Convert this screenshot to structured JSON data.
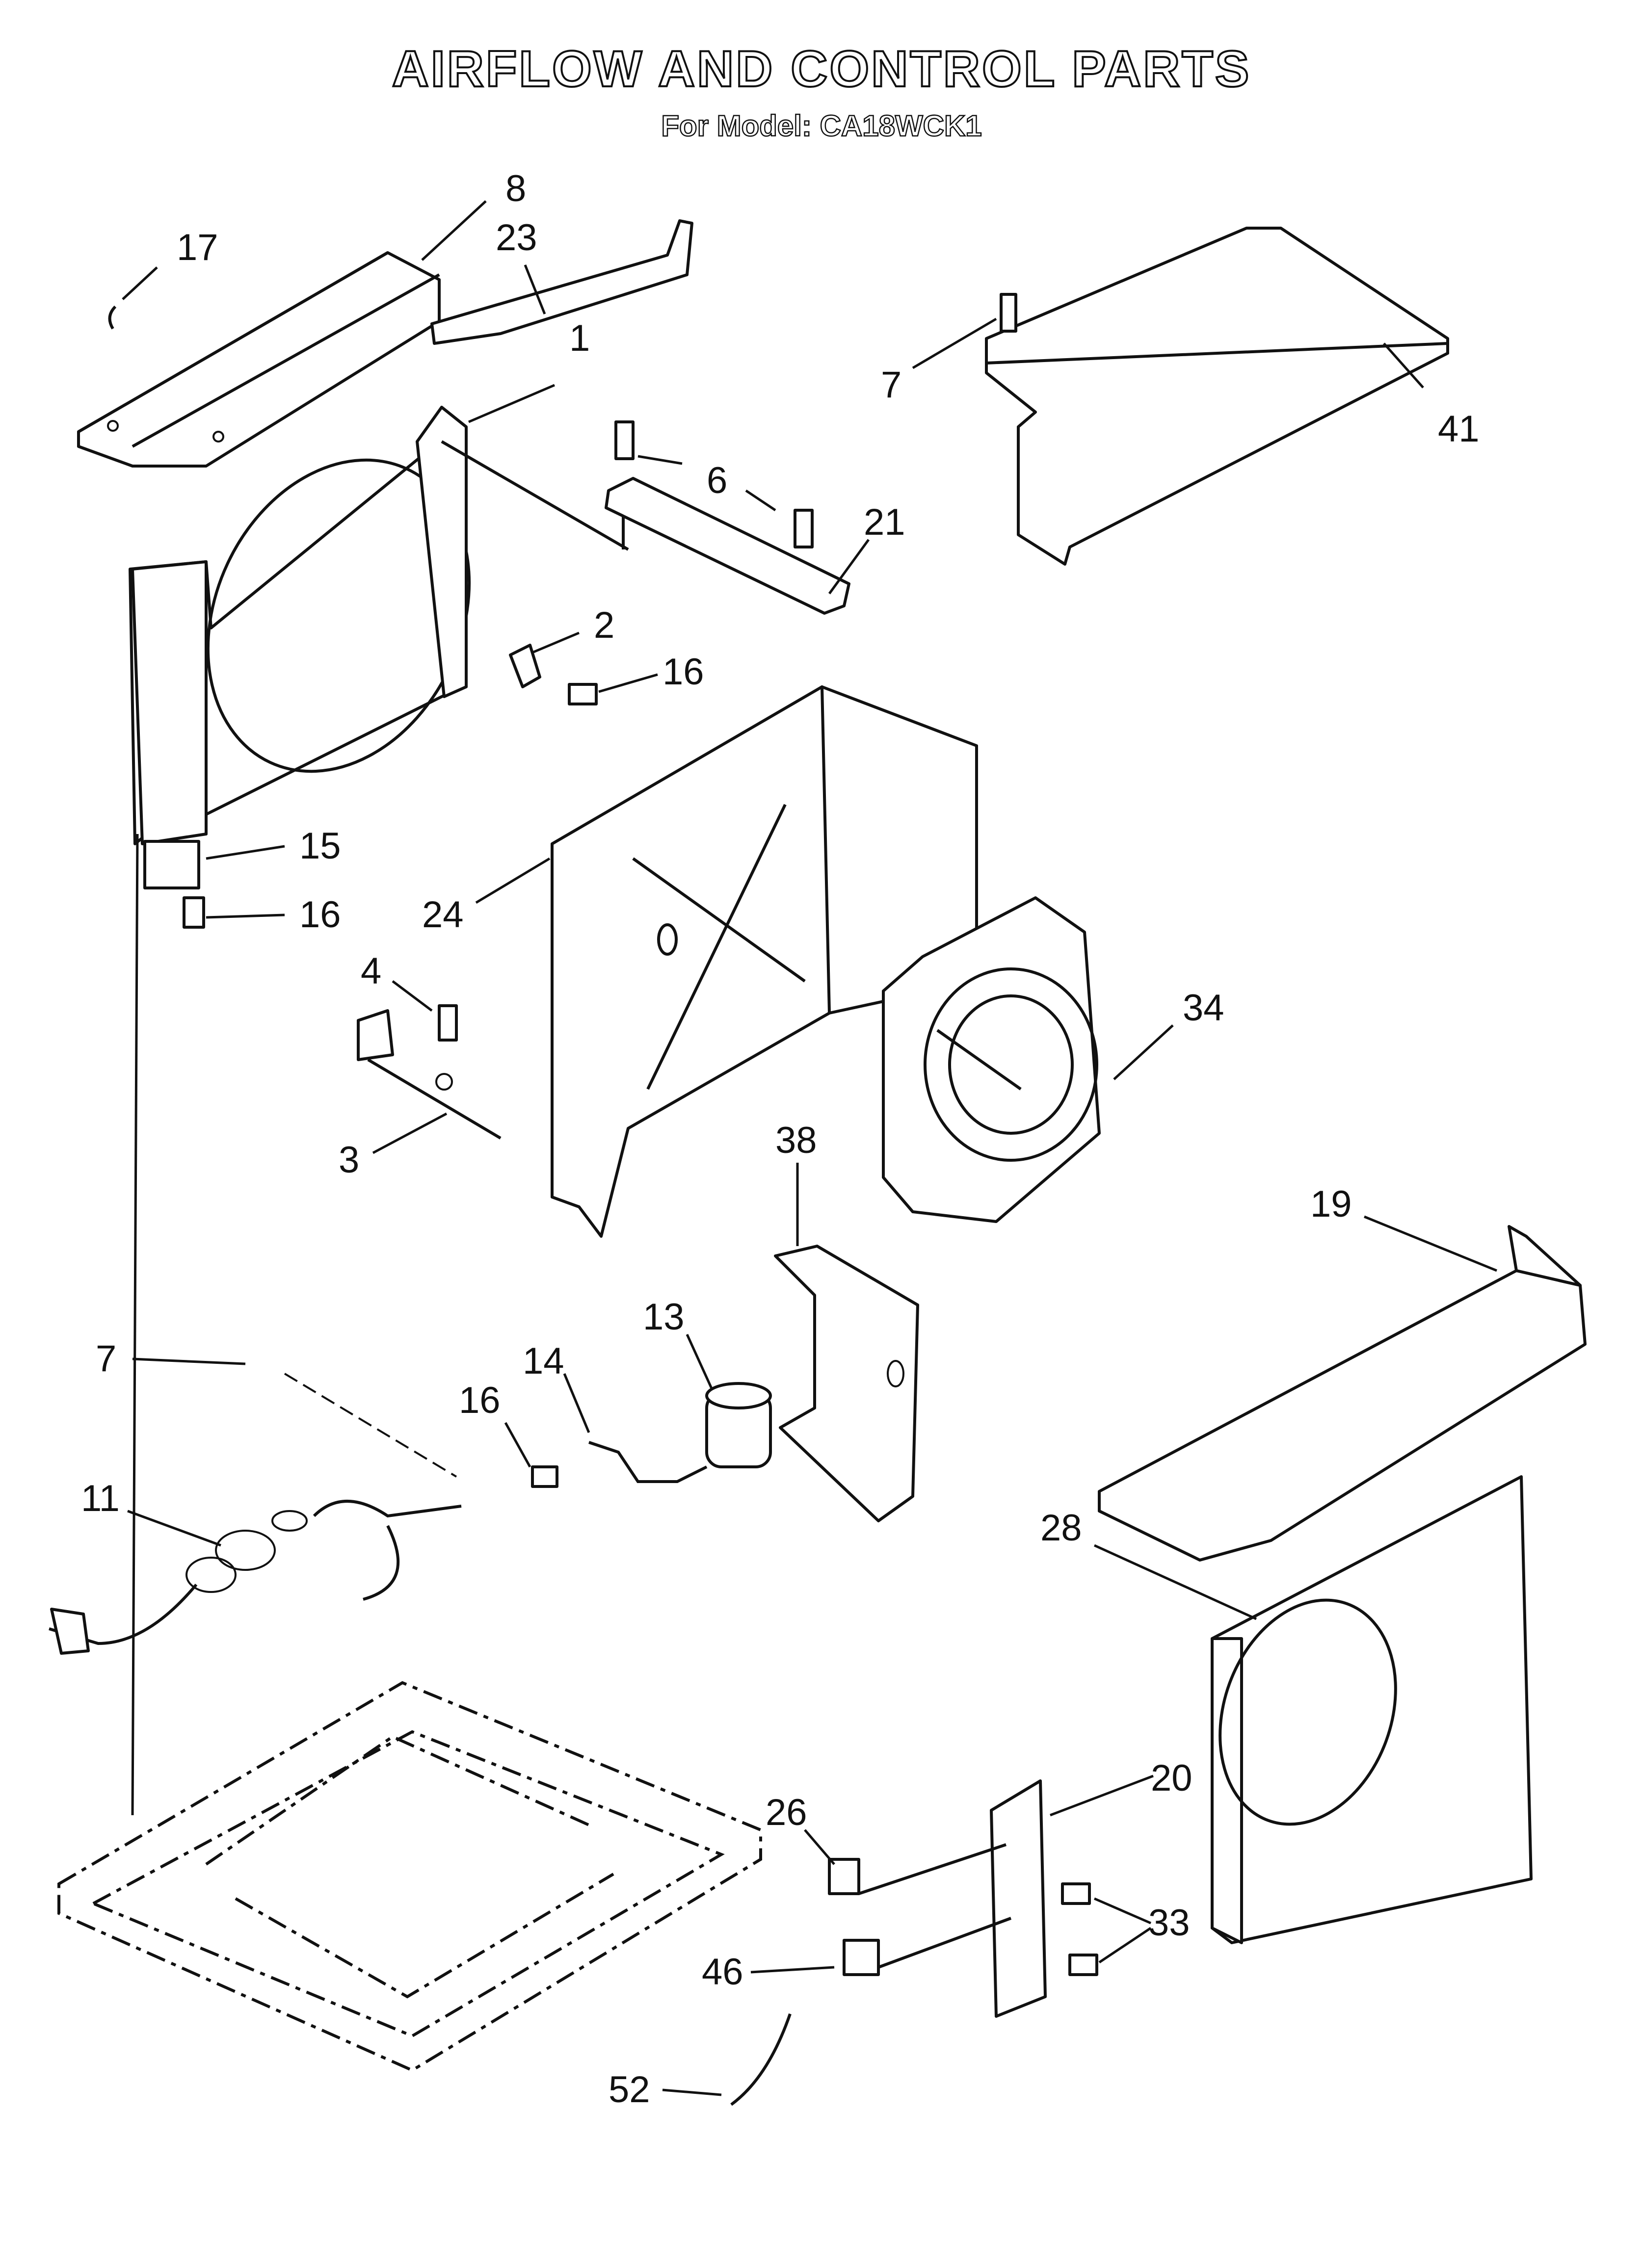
{
  "header": {
    "title": "AIRFLOW AND CONTROL PARTS",
    "subtitle": "For Model: CA18WCK1"
  },
  "callouts": [
    {
      "label": "8"
    },
    {
      "label": "23"
    },
    {
      "label": "17"
    },
    {
      "label": "1"
    },
    {
      "label": "7"
    },
    {
      "label": "41"
    },
    {
      "label": "6"
    },
    {
      "label": "21"
    },
    {
      "label": "2"
    },
    {
      "label": "16"
    },
    {
      "label": "15"
    },
    {
      "label": "16"
    },
    {
      "label": "24"
    },
    {
      "label": "4"
    },
    {
      "label": "3"
    },
    {
      "label": "34"
    },
    {
      "label": "38"
    },
    {
      "label": "19"
    },
    {
      "label": "7"
    },
    {
      "label": "13"
    },
    {
      "label": "14"
    },
    {
      "label": "16"
    },
    {
      "label": "11"
    },
    {
      "label": "28"
    },
    {
      "label": "20"
    },
    {
      "label": "26"
    },
    {
      "label": "33"
    },
    {
      "label": "46"
    },
    {
      "label": "52"
    }
  ]
}
